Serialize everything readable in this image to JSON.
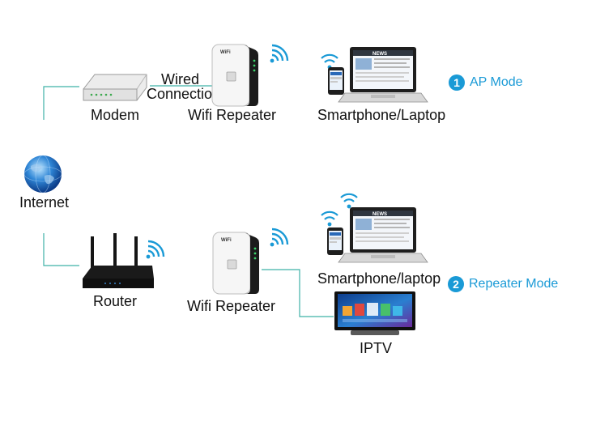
{
  "top": {
    "modem_label": "Modem",
    "wired_line1": "Wired",
    "wired_line2": "Connection",
    "repeater_label": "Wifi Repeater",
    "devices_label": "Smartphone/Laptop",
    "mode_number": "1",
    "mode_label": "AP Mode"
  },
  "left": {
    "internet_label": "Internet"
  },
  "bottom": {
    "router_label": "Router",
    "repeater_label": "Wifi Repeater",
    "devices_label": "Smartphone/laptop",
    "tv_label": "IPTV",
    "mode_number": "2",
    "mode_label": "Repeater Mode"
  },
  "device_screen_text": "NEWS",
  "colors": {
    "accent": "#1a9ad6",
    "connector": "#3fb2a8",
    "wifi": "#1a9ad6"
  }
}
